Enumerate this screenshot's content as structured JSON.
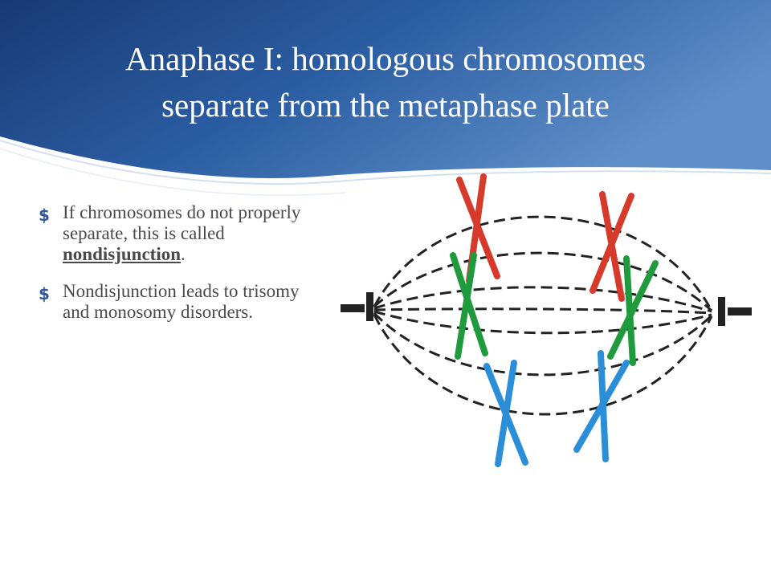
{
  "slide": {
    "title_lines": [
      "Anaphase I: homologous chromosomes",
      "separate from the metaphase plate"
    ],
    "bullet_icon": "dollar-swash-bullet",
    "bullets": [
      {
        "text_before": "If chromosomes do not properly separate, this is called ",
        "keyword": "nondisjunction",
        "text_after": "."
      },
      {
        "text_before": "Nondisjunction leads to trisomy and monosomy disorders.",
        "keyword": "",
        "text_after": ""
      }
    ]
  },
  "colors": {
    "header_dark": "#1a3f7a",
    "header_light": "#6f9fd0",
    "red": "#d63a2b",
    "green": "#1f9a3c",
    "blue": "#2a8fd8",
    "spindle": "#222222",
    "text": "#4a4a4a"
  }
}
